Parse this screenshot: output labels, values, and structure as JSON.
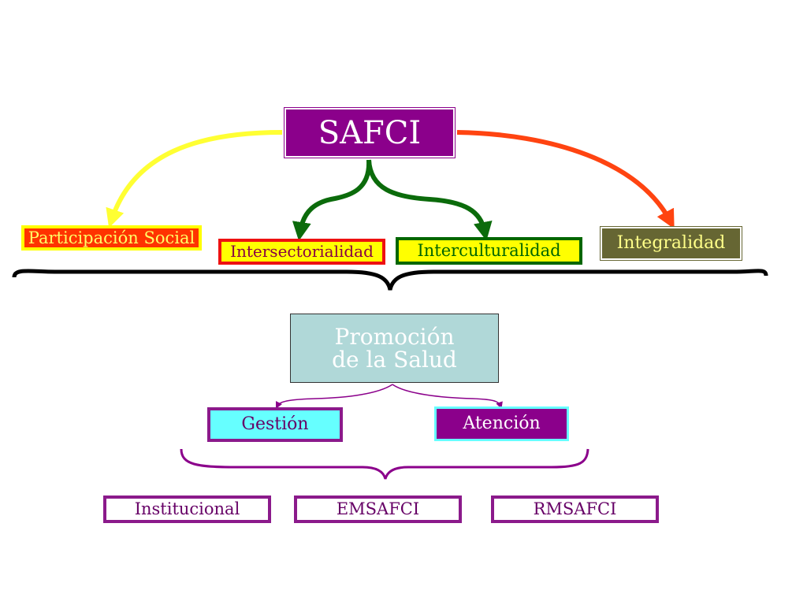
{
  "diagram": {
    "root": "SAFCI",
    "principles": [
      "Participación Social",
      "Intersectorialidad",
      "Interculturalidad",
      "Integralidad"
    ],
    "strategy": {
      "line1": "Promoción",
      "line2": "de la Salud"
    },
    "components": [
      "Gestión",
      "Atención"
    ],
    "levels": [
      "Institucional",
      "EMSAFCI",
      "RMSAFCI"
    ]
  },
  "colors": {
    "arrow_left": "#ffff33",
    "arrow_right": "#ff4411",
    "arrow_center": "#0b6b0b",
    "purple": "#8b008b"
  }
}
